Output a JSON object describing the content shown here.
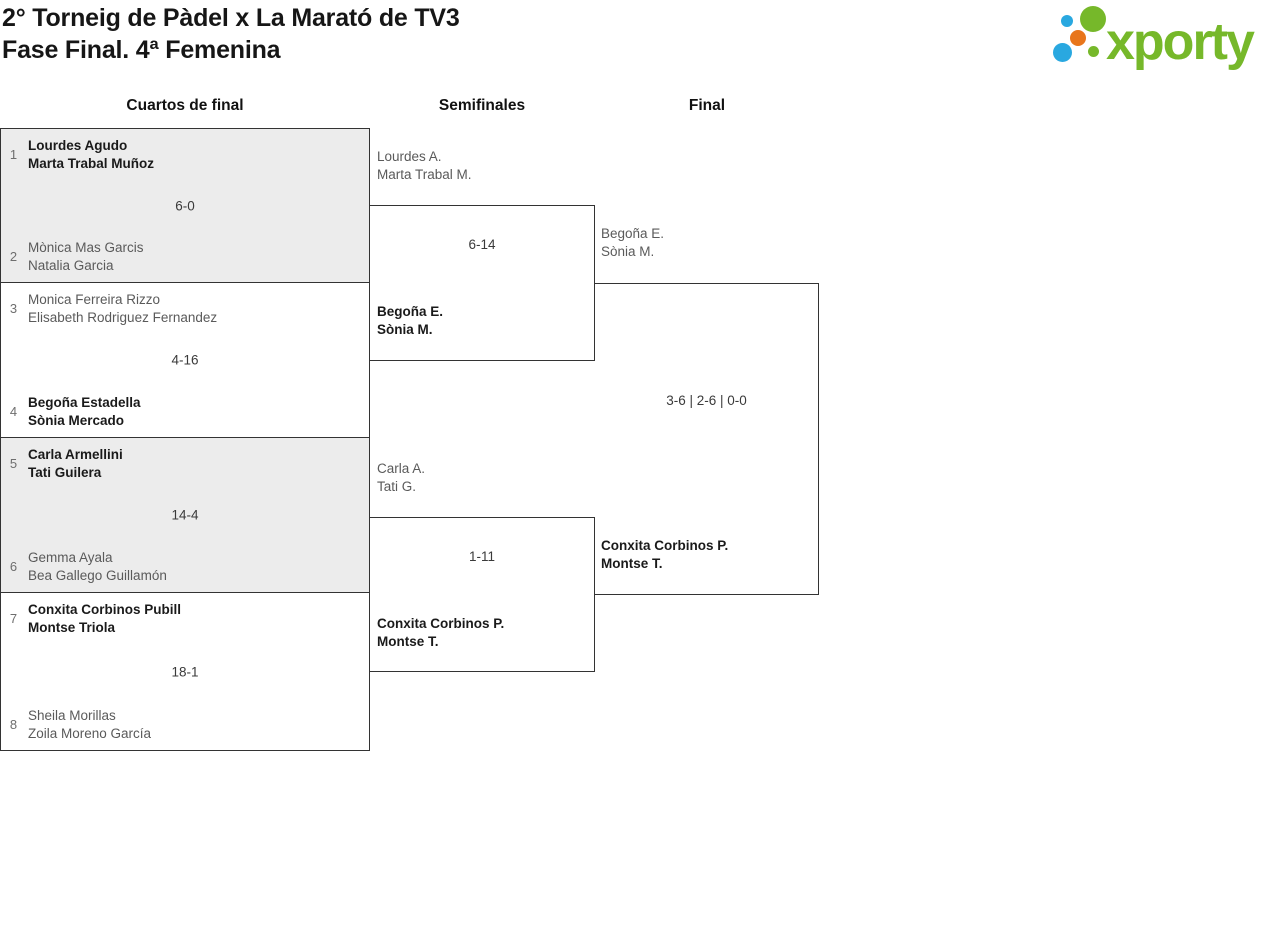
{
  "header": {
    "title_line1": "2° Torneig de Pàdel x La Marató de TV3",
    "title_line2": "Fase Final. 4ª Femenina",
    "logo_text": "xporty"
  },
  "round_headers": {
    "quarterfinals": "Cuartos de final",
    "semifinals": "Semifinales",
    "final": "Final"
  },
  "bracket": {
    "quarterfinals": [
      {
        "seed_top": "1",
        "team_top_line1": "Lourdes Agudo",
        "team_top_line2": "Marta Trabal Muñoz",
        "score": "6-0",
        "seed_bottom": "2",
        "team_bottom_line1": "Mònica Mas Garcis",
        "team_bottom_line2": "Natalia Garcia",
        "winner": "top"
      },
      {
        "seed_top": "3",
        "team_top_line1": "Monica Ferreira Rizzo",
        "team_top_line2": "Elisabeth Rodriguez Fernandez",
        "score": "4-16",
        "seed_bottom": "4",
        "team_bottom_line1": "Begoña Estadella",
        "team_bottom_line2": "Sònia Mercado",
        "winner": "bottom"
      },
      {
        "seed_top": "5",
        "team_top_line1": "Carla Armellini",
        "team_top_line2": "Tati Guilera",
        "score": "14-4",
        "seed_bottom": "6",
        "team_bottom_line1": "Gemma Ayala",
        "team_bottom_line2": "Bea Gallego Guillamón",
        "winner": "top"
      },
      {
        "seed_top": "7",
        "team_top_line1": "Conxita Corbinos Pubill",
        "team_top_line2": "Montse Triola",
        "score": "18-1",
        "seed_bottom": "8",
        "team_bottom_line1": "Sheila Morillas",
        "team_bottom_line2": "Zoila Moreno García",
        "winner": "top"
      }
    ],
    "semifinals": [
      {
        "team_top_line1": "Lourdes A.",
        "team_top_line2": "Marta Trabal M.",
        "score": "6-14",
        "team_bottom_line1": "Begoña E.",
        "team_bottom_line2": "Sònia M.",
        "winner": "bottom"
      },
      {
        "team_top_line1": "Carla A.",
        "team_top_line2": "Tati G.",
        "score": "1-11",
        "team_bottom_line1": "Conxita Corbinos P.",
        "team_bottom_line2": "Montse T.",
        "winner": "bottom"
      }
    ],
    "final": {
      "team_top_line1": "Begoña E.",
      "team_top_line2": "Sònia M.",
      "score": "3-6 | 2-6 | 0-0",
      "team_bottom_line1": "Conxita Corbinos P.",
      "team_bottom_line2": "Montse T.",
      "winner": "bottom"
    }
  },
  "colors": {
    "brand_green": "#76b82a",
    "brand_blue": "#29a8e0",
    "brand_orange": "#e8761b",
    "winner_text": "#1a1a1a",
    "loser_text": "#5a5a5a",
    "line": "#333333",
    "shaded_box_fill": "#ececec"
  }
}
